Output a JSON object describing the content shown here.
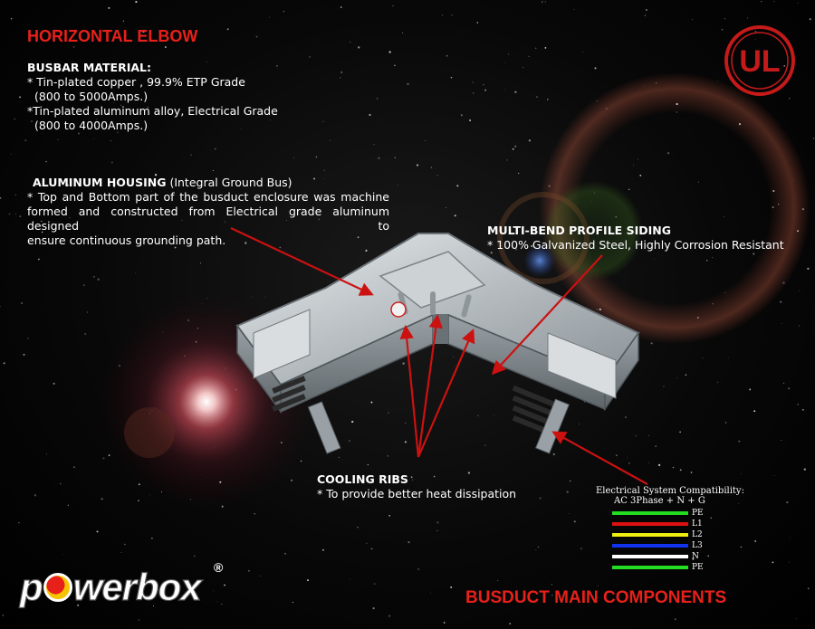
{
  "header": {
    "title": "HORIZONTAL ELBOW"
  },
  "busbar": {
    "heading": "BUSBAR MATERIAL:",
    "line1": "* Tin-plated copper , 99.9% ETP Grade",
    "line2": "(800 to 5000Amps.)",
    "line3": "*Tin-plated aluminum alloy, Electrical Grade",
    "line4": "(800 to 4000Amps.)"
  },
  "housing": {
    "heading": "ALUMINUM HOUSING",
    "subheading": "(Integral Ground Bus)",
    "line1": "* Top and Bottom part of the busduct enclosure was machine",
    "line2": "formed and constructed from Electrical grade aluminum designed to",
    "line3": "ensure continuous grounding path."
  },
  "siding": {
    "heading": "MULTI-BEND PROFILE SIDING",
    "line1": "* 100% Galvanized Steel, Highly Corrosion Resistant"
  },
  "ribs": {
    "heading": "COOLING RIBS",
    "line1": "* To provide better heat dissipation"
  },
  "system": {
    "heading": "Electrical System Compatibility:",
    "subheading": "AC 3Phase + N + G",
    "lines": [
      {
        "label": "PE",
        "color": "#22dd22"
      },
      {
        "label": "L1",
        "color": "#dd1111"
      },
      {
        "label": "L2",
        "color": "#eeee11"
      },
      {
        "label": "L3",
        "color": "#1133ee"
      },
      {
        "label": "N",
        "color": "#ffffff"
      },
      {
        "label": "PE",
        "color": "#22dd22"
      }
    ]
  },
  "certification": {
    "mark": "UL"
  },
  "brand": {
    "name_first": "p",
    "name_rest": "werbox",
    "registered": "®"
  },
  "footer": {
    "title": "BUSDUCT MAIN COMPONENTS"
  },
  "colors": {
    "accent_red": "#e8201a",
    "arrow_red": "#cc1111"
  }
}
